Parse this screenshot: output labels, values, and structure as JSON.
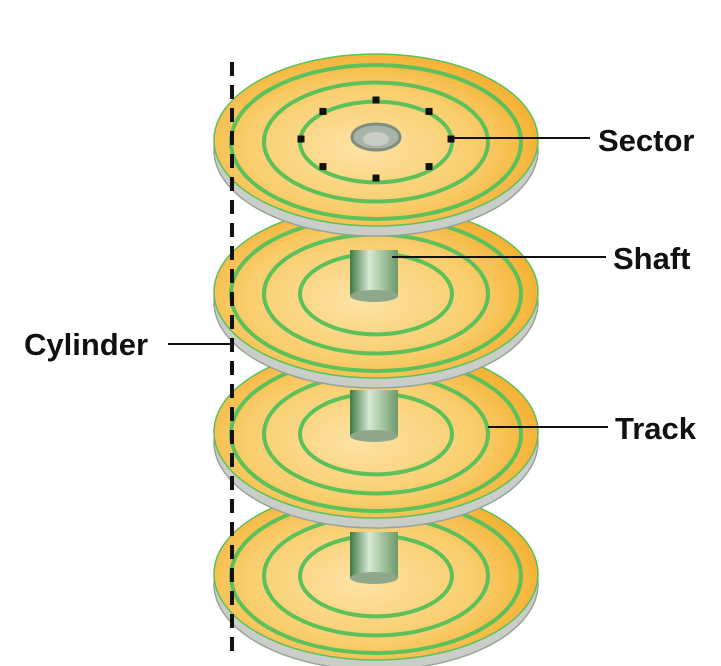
{
  "title": "Disk platter structure",
  "labels": {
    "sector": "Sector",
    "shaft": "Shaft",
    "track": "Track",
    "cylinder": "Cylinder"
  },
  "colors": {
    "platter": "#f6b733",
    "platter_light": "#fbd98a",
    "track": "#5cc15a",
    "edge": "#c9cfc8",
    "shaft": "#9fb79c"
  },
  "platter_count": 4
}
